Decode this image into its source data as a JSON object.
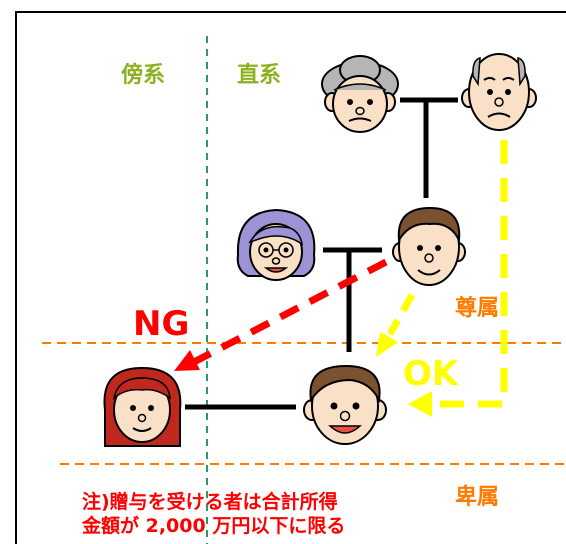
{
  "labels": {
    "collateral": "傍系",
    "direct": "直系",
    "ascendant": "尊属",
    "descendant": "卑属",
    "ng": "NG",
    "ok": "OK"
  },
  "note": {
    "line1": "注)贈与を受ける者は合計所得",
    "line2": "金額が 2,000 万円以下に限る"
  },
  "colors": {
    "label_green": "#8db021",
    "label_orange": "#ff7a00",
    "ng_red": "#ff0000",
    "ok_yellow": "#ffff00",
    "note_red": "#ff0000",
    "divider_orange": "#ff7a00",
    "divider_green": "#2e9a63"
  },
  "icons": {
    "grandmother": "elderly-woman-face-icon",
    "grandfather": "elderly-man-face-icon",
    "mother": "older-woman-with-glasses-face-icon",
    "father": "man-face-icon",
    "self": "young-man-face-icon",
    "spouse": "red-haired-woman-face-icon"
  }
}
